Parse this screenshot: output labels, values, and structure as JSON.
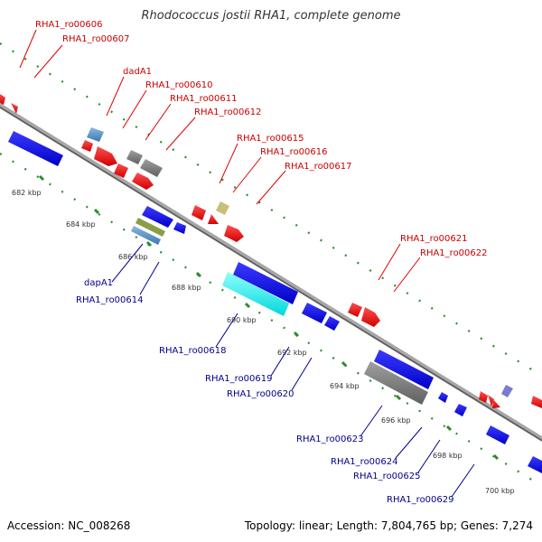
{
  "title": "Rhodococcus jostii RHA1, complete genome",
  "accession": "Accession: NC_008268",
  "topology": "Topology: linear; Length: 7,804,765 bp; Genes: 7,274",
  "colors": {
    "forward_gene": "#e60000",
    "reverse_gene": "#0000dd",
    "backbone": "#909090",
    "dots": "#2e8b2e",
    "label_forward": "#c80000",
    "label_reverse": "#00008b"
  },
  "ticks": [
    {
      "label": "682 kbp"
    },
    {
      "label": "684 kbp"
    },
    {
      "label": "686 kbp"
    },
    {
      "label": "688 kbp"
    },
    {
      "label": "690 kbp"
    },
    {
      "label": "692 kbp"
    },
    {
      "label": "694 kbp"
    },
    {
      "label": "696 kbp"
    },
    {
      "label": "698 kbp"
    },
    {
      "label": "700 kbp"
    }
  ],
  "forward_labels": [
    {
      "text": "RHA1_ro00606"
    },
    {
      "text": "RHA1_ro00607"
    },
    {
      "text": "dadA1"
    },
    {
      "text": "RHA1_ro00610"
    },
    {
      "text": "RHA1_ro00611"
    },
    {
      "text": "RHA1_ro00612"
    },
    {
      "text": "RHA1_ro00615"
    },
    {
      "text": "RHA1_ro00616"
    },
    {
      "text": "RHA1_ro00617"
    },
    {
      "text": "RHA1_ro00621"
    },
    {
      "text": "RHA1_ro00622"
    }
  ],
  "reverse_labels": [
    {
      "text": "dapA1"
    },
    {
      "text": "RHA1_ro00614"
    },
    {
      "text": "RHA1_ro00618"
    },
    {
      "text": "RHA1_ro00619"
    },
    {
      "text": "RHA1_ro00620"
    },
    {
      "text": "RHA1_ro00623"
    },
    {
      "text": "RHA1_ro00624"
    },
    {
      "text": "RHA1_ro00625"
    },
    {
      "text": "RHA1_ro00629"
    }
  ]
}
